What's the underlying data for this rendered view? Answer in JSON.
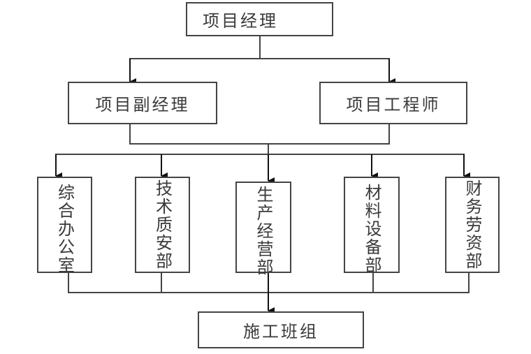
{
  "diagram": {
    "type": "org-chart",
    "root": {
      "id": "pm",
      "label": "项目经理"
    },
    "level2": [
      {
        "id": "deputy",
        "label": "项目副经理"
      },
      {
        "id": "engineer",
        "label": "项目工程师"
      }
    ],
    "departments": [
      {
        "id": "office",
        "label": "综合办公室"
      },
      {
        "id": "tech",
        "label": "技术质安部"
      },
      {
        "id": "production",
        "label": "生产经营部"
      },
      {
        "id": "material",
        "label": "材料设备部"
      },
      {
        "id": "finance",
        "label": "财务劳资部"
      }
    ],
    "bottom": {
      "id": "teams",
      "label": "施工班组"
    },
    "edges": [
      [
        "pm",
        "deputy"
      ],
      [
        "pm",
        "engineer"
      ],
      [
        "deputy",
        "departments"
      ],
      [
        "engineer",
        "departments"
      ],
      [
        "departments",
        "teams"
      ]
    ],
    "colors": {
      "line": "#444444",
      "text": "#3a3a3a",
      "background": "#ffffff"
    }
  }
}
